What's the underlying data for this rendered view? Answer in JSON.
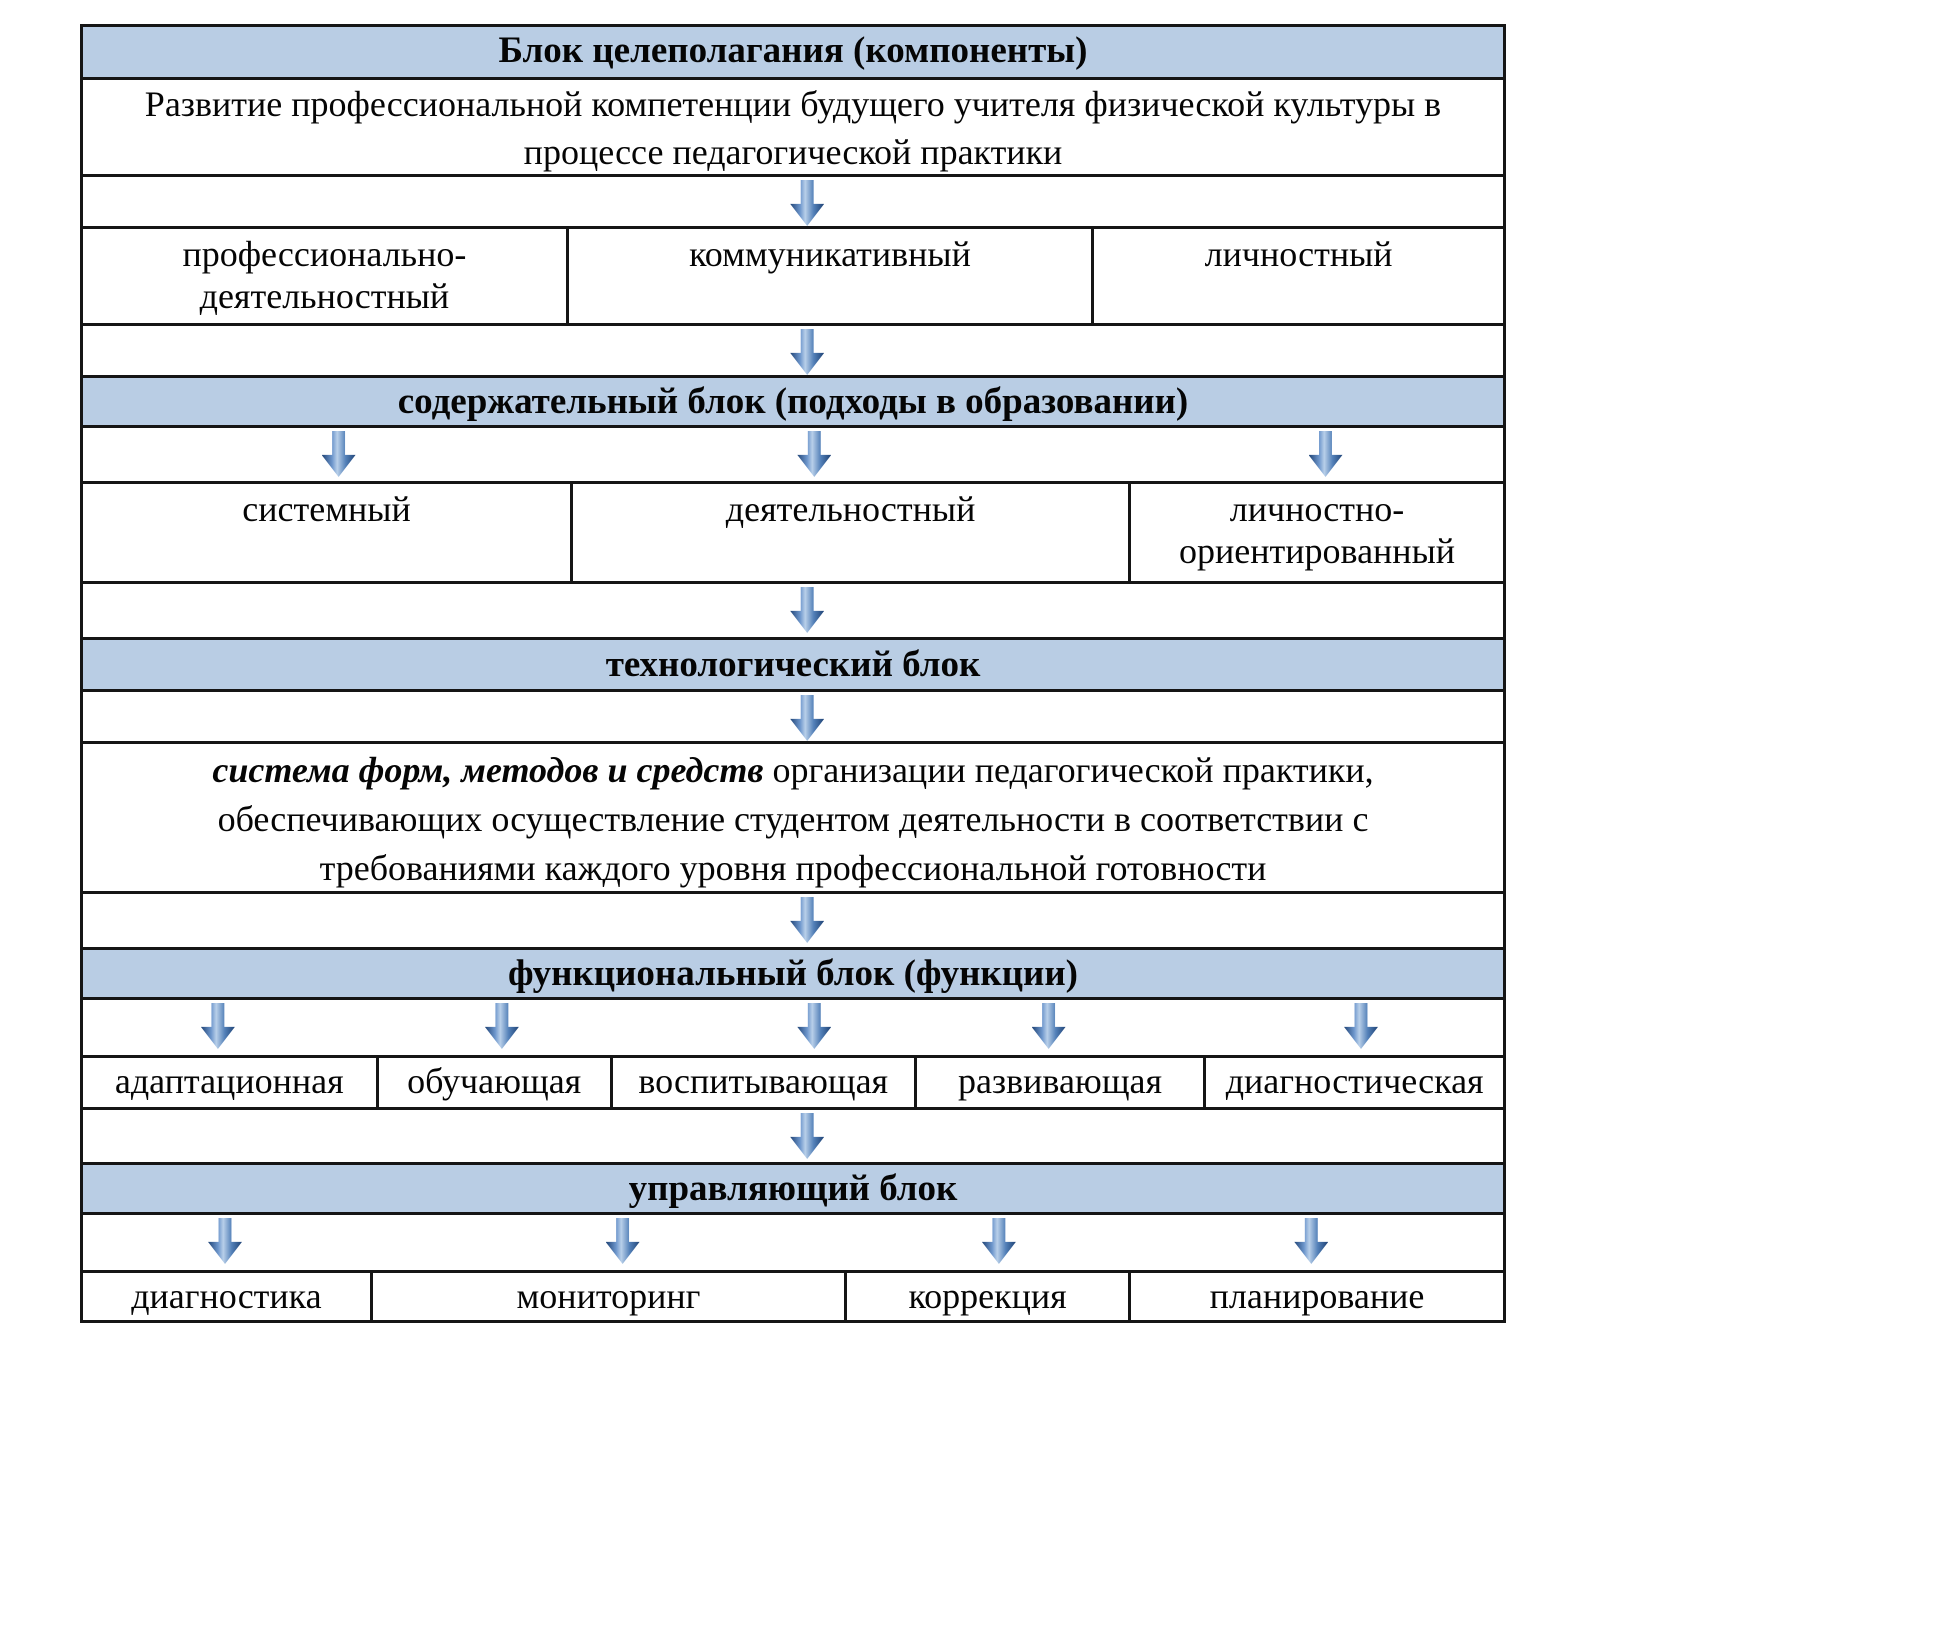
{
  "colors": {
    "header_bg": "#b9cde4",
    "arrow_dark": "#1f4376",
    "arrow_light": "#b8cfe9",
    "border": "#151515"
  },
  "icons": {
    "flow_arrow": "down-arrow"
  },
  "goal_block": {
    "title": "Блок целеполагания (компоненты)",
    "description": "Развитие профессиональной компетенции будущего учителя физической культуры в процессе педагогической практики",
    "components": [
      "профессионально-деятельностный",
      "коммуникативный",
      "личностный"
    ]
  },
  "content_block": {
    "title": "содержательный блок (подходы в образовании)",
    "approaches": [
      "системный",
      "деятельностный",
      "личностно-ориентированный"
    ]
  },
  "technology_block": {
    "title": "технологический блок",
    "lead": "система форм, методов и средств",
    "rest": " организации педагогической практики, обеспечивающих осуществление студентом деятельности в соответствии с требованиями каждого уровня профессиональной готовности"
  },
  "functional_block": {
    "title": "функциональный блок (функции)",
    "functions": [
      "адаптационная",
      "обучающая",
      "воспитывающая",
      "развивающая",
      "диагностическая"
    ]
  },
  "control_block": {
    "title": "управляющий блок",
    "elements": [
      "диагностика",
      "мониторинг",
      "коррекция",
      "планирование"
    ]
  }
}
